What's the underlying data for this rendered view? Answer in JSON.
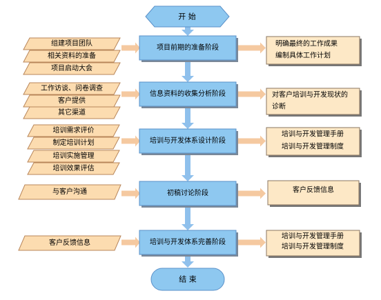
{
  "colors": {
    "stage_fill": "#8EC8F0",
    "stage_stroke": "#5A90C8",
    "stage_shade": "#7A8898",
    "input_fill": "#FCDCB0",
    "input_stroke": "#B8865A",
    "output_fill": "#FDE8C6",
    "output_shade": "#777777",
    "arrow_blue": "#8FC0EC",
    "arrow_orange": "#F5C9A0"
  },
  "terminals": {
    "start": "开   始",
    "end": "结   束"
  },
  "stages": [
    {
      "label": "项目前期的准备阶段",
      "inputs": [
        "组建项目团队",
        "相关资料的准备",
        "项目启动大会"
      ],
      "outputs": [
        "明确最终的工作成果",
        "编制具体工作计划"
      ]
    },
    {
      "label": "信息资料的收集分析阶段",
      "inputs": [
        "工作访谈、问卷调查",
        "客户提供",
        "其它渠道"
      ],
      "outputs": [
        "对客户培训与开发现状的",
        "诊断"
      ]
    },
    {
      "label": "培训与开发体系设计阶段",
      "inputs": [
        "培训需求评价",
        "制定培训计划",
        "培训实施管理",
        "培训效果评估"
      ],
      "outputs": [
        "培训与开发管理手册",
        "培训与开发管理制度"
      ]
    },
    {
      "label": "初稿讨论阶段",
      "inputs": [
        "与客户沟通"
      ],
      "outputs": [
        "客户反馈信息"
      ]
    },
    {
      "label": "培训与开发体系完善阶段",
      "inputs": [
        "客户反馈信息"
      ],
      "outputs": [
        "培训与开发管理手册",
        "培训与开发管理制度"
      ]
    }
  ]
}
